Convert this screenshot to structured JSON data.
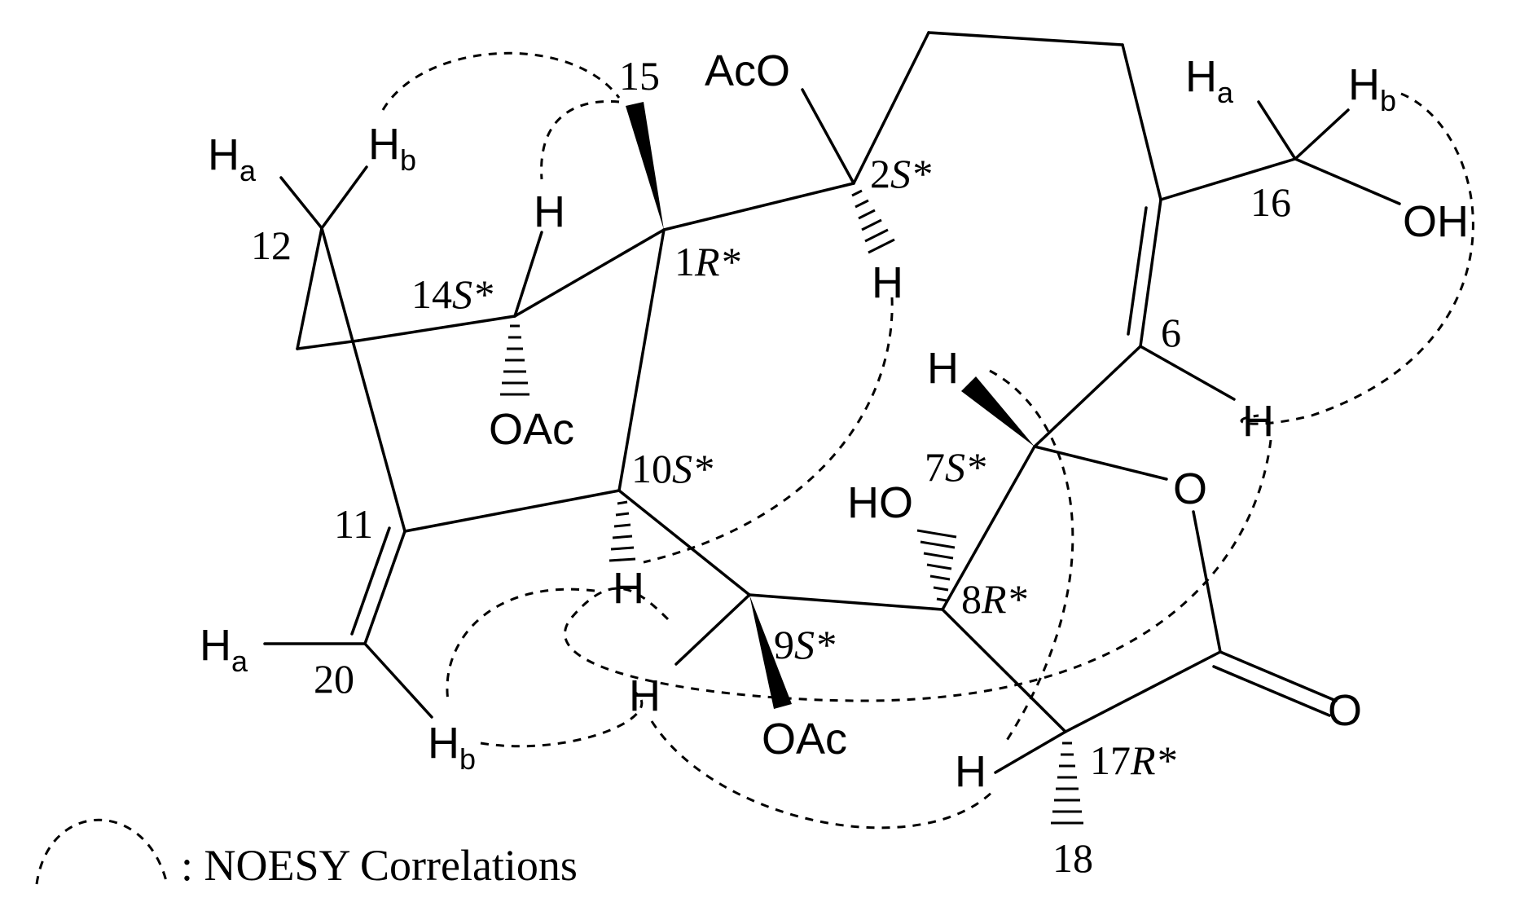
{
  "diagram": {
    "atom_labels": {
      "c1": "1",
      "c1_config": "R*",
      "c2": "2",
      "c2_config": "S*",
      "c6": "6",
      "c7": "7",
      "c7_config": "S*",
      "c8": "8",
      "c8_config": "R*",
      "c9": "9",
      "c9_config": "S*",
      "c10": "10",
      "c10_config": "S*",
      "c11": "11",
      "c12": "12",
      "c14": "14",
      "c14_config": "S*",
      "c15": "15",
      "c16": "16",
      "c17": "17",
      "c17_config": "R*",
      "c18": "18",
      "c20": "20"
    },
    "groups": {
      "aco_top": "AcO",
      "oac_14": "OAc",
      "oac_9": "OAc",
      "oh_16": "OH",
      "ho_8": "HO",
      "o_ring": "O",
      "o_carbonyl": "O"
    },
    "hydrogens": {
      "h_symbol": "H",
      "sub_a": "a",
      "sub_b": "b"
    },
    "legend": {
      "text": ": NOESY Correlations"
    }
  }
}
